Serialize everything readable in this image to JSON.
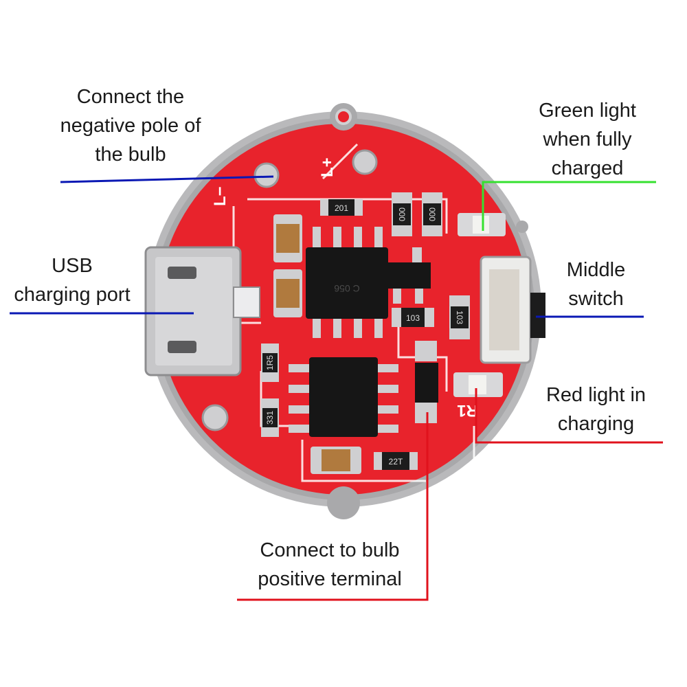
{
  "labels": {
    "negative_pole": [
      "Connect the",
      "negative pole of",
      "the bulb"
    ],
    "green_light": [
      "Green light",
      "when fully",
      "charged"
    ],
    "usb_port": [
      "USB",
      "charging port"
    ],
    "middle_switch": [
      "Middle",
      "switch"
    ],
    "red_light": [
      "Red light in",
      "charging"
    ],
    "bulb_positive": [
      "Connect to bulb",
      "positive terminal"
    ]
  },
  "silkscreen": {
    "l_minus": "L−",
    "l_plus": "L+",
    "r1": "R1",
    "chip_top": "C 056",
    "res_top": "201",
    "res_a": "000",
    "res_b": "000",
    "res_ic2": "103",
    "res_small_1": "103",
    "res_1r5": "1R5",
    "res_331": "331",
    "res_22t": "22T"
  },
  "colors": {
    "pcb_red": "#e8232c",
    "solder": "#b9b9bb",
    "chip": "#161616",
    "leader_blue": "#0a18b4",
    "leader_green": "#35e02f",
    "leader_red": "#e0121c",
    "text": "#1a1a1a"
  }
}
